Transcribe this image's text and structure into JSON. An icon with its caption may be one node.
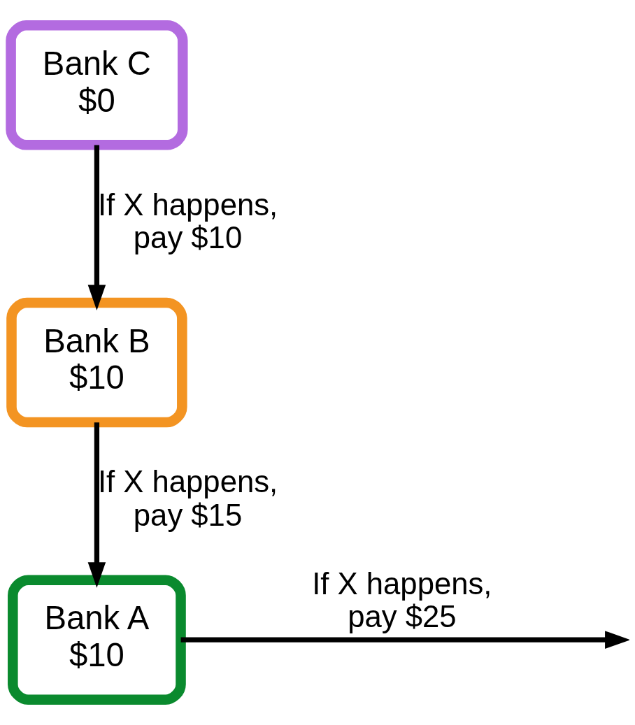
{
  "diagram": {
    "nodes": [
      {
        "text": [
          "Bank C",
          "$0"
        ]
      },
      {
        "text": [
          "Bank B",
          "$10"
        ]
      },
      {
        "text": [
          "Bank A",
          "$10"
        ]
      }
    ],
    "edges": [
      {
        "from": 0,
        "to": 1,
        "arrow": "to",
        "label": "If X happens, pay $10"
      },
      {
        "from": 1,
        "to": 2,
        "arrow": "to",
        "label": "If X happens, pay $15"
      },
      {
        "from": 2,
        "to": null,
        "arrow": "to",
        "label": "If X happens, pay $25"
      }
    ]
  }
}
